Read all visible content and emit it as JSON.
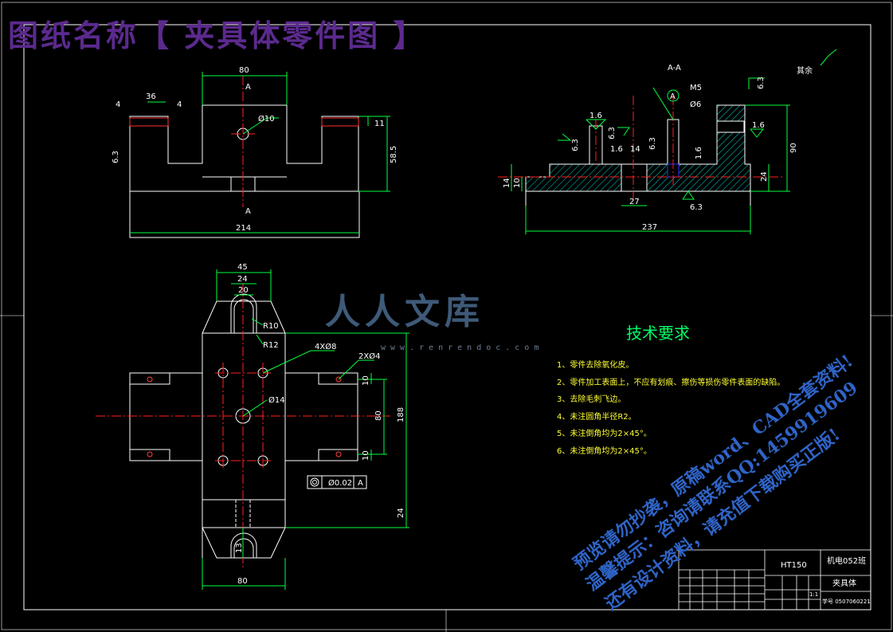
{
  "banner": {
    "title": "图纸名称【 夹具体零件图 】"
  },
  "section_view": {
    "label": "A-A",
    "other_roughness_label": "其余"
  },
  "front_view": {
    "dims": {
      "width_80": "80",
      "w36": "36",
      "w4a": "4",
      "w4b": "4",
      "d11": "11",
      "hole_phi10": "Ø10",
      "h58": "58.5",
      "rough63": "6.3",
      "width214": "214",
      "cut_a_top": "A",
      "cut_a_bottom": "A"
    }
  },
  "section_dims": {
    "m5": "M5",
    "phi6": "Ø6",
    "datum_a": "A",
    "r16a": "1.6",
    "r63a": "6.3",
    "r63b": "6.3",
    "r16b": "1.6",
    "d14": "14",
    "r63c": "6.3",
    "r16c": "1.6",
    "r16d": "1.6",
    "h90": "90",
    "h14": "14",
    "h10": "10",
    "h24": "24",
    "w27": "27",
    "r63d": "6.3",
    "w237": "237",
    "r63top": "6.3"
  },
  "plan_view": {
    "dims": {
      "w45": "45",
      "w24": "24",
      "w20": "20",
      "r10": "R10",
      "r12": "R12",
      "holes4": "4XØ8",
      "holes2": "2XØ4",
      "phi14": "Ø14",
      "d10a": "10",
      "d80": "80",
      "d188": "188",
      "d10b": "10",
      "d24": "24",
      "d13": "13",
      "w80b": "80",
      "tol_value": "Ø0.02",
      "tol_datum": "A"
    }
  },
  "tech_req": {
    "title": "技术要求",
    "items": [
      "1、零件去除氧化皮。",
      "2、零件加工表面上，不应有划痕、擦伤等损伤零件表面的缺陷。",
      "3、去除毛刺飞边。",
      "4、未注圆角半径R2。",
      "5、未注倒角均为2×45°。",
      "6、未注倒角均为2×45°。"
    ]
  },
  "title_block": {
    "material": "HT150",
    "class": "机电052班",
    "part_name": "夹具体",
    "student_id": "学号 0507060221",
    "sheet": "1:1"
  },
  "watermark": {
    "logo": "人人文库",
    "url": "www.renrendoc.com",
    "line1": "预览请勿抄袭，原稿word、CAD全套资料!",
    "line2": "温馨提示：咨询请联系QQ:1459919609",
    "line3": "还有设计资料，请充值下载购买正版!"
  },
  "colors": {
    "outline": "#ffffff",
    "centerline": "#ff2020",
    "dimension": "#00ff40",
    "hatch": "#00d0d0",
    "hidden": "#ffff00",
    "banner": "#5b2a8e",
    "watermark_blue": "#2f64c8"
  }
}
